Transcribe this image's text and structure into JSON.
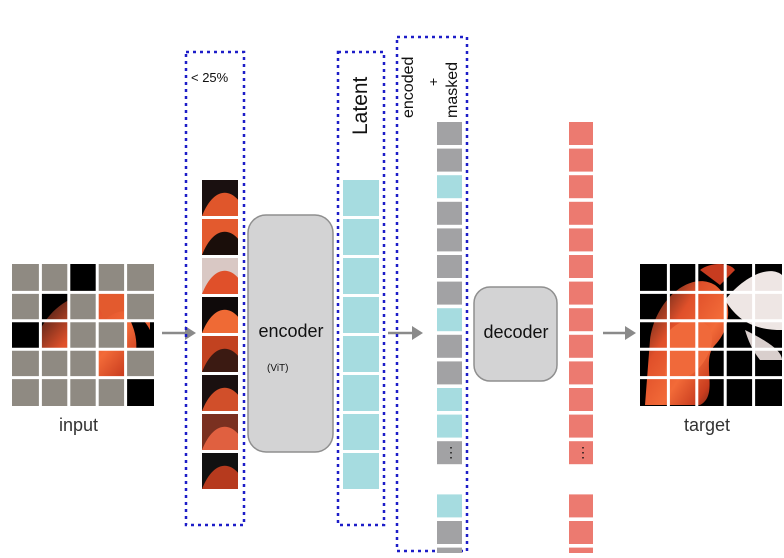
{
  "labels": {
    "input": "input",
    "target": "target",
    "ratio": "< 25%",
    "encoder": "encoder",
    "vit": "(ViT)",
    "latent": "Latent",
    "encoded": "encoded",
    "plus": "+",
    "masked": "masked",
    "decoder": "decoder",
    "ellipsis": "⋮"
  },
  "colors": {
    "mask_gray": "#8f8a82",
    "latent_cyan": "#a6dce0",
    "slot_gray": "#a2a2a4",
    "decoder_out": "#ec7a70",
    "block_fill": "#d3d3d4",
    "dashed_blue": "#1d1dc8",
    "arrow": "#8a8a8a"
  },
  "input_grid": {
    "rows": 5,
    "cols": 5,
    "visible": [
      [
        0,
        2
      ],
      [
        1,
        1
      ],
      [
        1,
        3
      ],
      [
        2,
        0
      ],
      [
        2,
        1
      ],
      [
        2,
        4
      ],
      [
        3,
        3
      ],
      [
        4,
        4
      ]
    ]
  },
  "masked_sequence": [
    "gray",
    "gray",
    "cyan",
    "gray",
    "gray",
    "gray",
    "gray",
    "cyan",
    "gray",
    "gray",
    "cyan",
    "cyan",
    "gray",
    "dots",
    "cyan",
    "gray",
    "gray"
  ]
}
